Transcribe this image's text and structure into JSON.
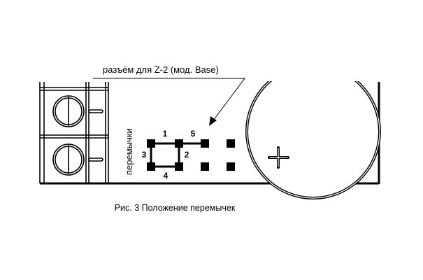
{
  "connector_label": "разъём для Z-2 (мод. Base)",
  "jumpers_label": "перемычки",
  "jumper_numbers": {
    "j1": "1",
    "j2": "2",
    "j3": "3",
    "j4": "4",
    "j5": "5"
  },
  "polarity_symbol": "+",
  "caption": "Рис. 3 Положение перемычек"
}
